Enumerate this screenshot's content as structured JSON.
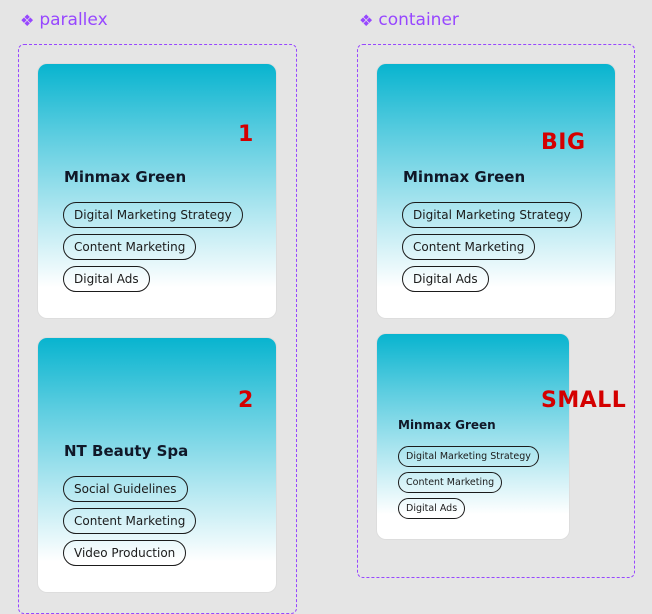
{
  "frames": {
    "parallex": {
      "label": "parallex",
      "icon": "component-icon"
    },
    "container": {
      "label": "container",
      "icon": "component-icon"
    }
  },
  "parallex_cards": [
    {
      "title": "Minmax Green",
      "marker": "1",
      "tags": [
        "Digital Marketing Strategy",
        "Content Marketing",
        "Digital Ads"
      ]
    },
    {
      "title": "NT Beauty Spa",
      "marker": "2",
      "tags": [
        "Social Guidelines",
        "Content Marketing",
        "Video Production"
      ]
    }
  ],
  "container_cards": [
    {
      "title": "Minmax Green",
      "marker": "BIG",
      "tags": [
        "Digital Marketing Strategy",
        "Content Marketing",
        "Digital Ads"
      ]
    },
    {
      "title": "Minmax Green",
      "marker": "SMALL",
      "tags": [
        "Digital Marketing Strategy",
        "Content Marketing",
        "Digital Ads"
      ]
    }
  ],
  "colors": {
    "frame_accent": "#9747ff",
    "marker_red": "#d40000",
    "card_gradient_top": "#08b4cf"
  }
}
